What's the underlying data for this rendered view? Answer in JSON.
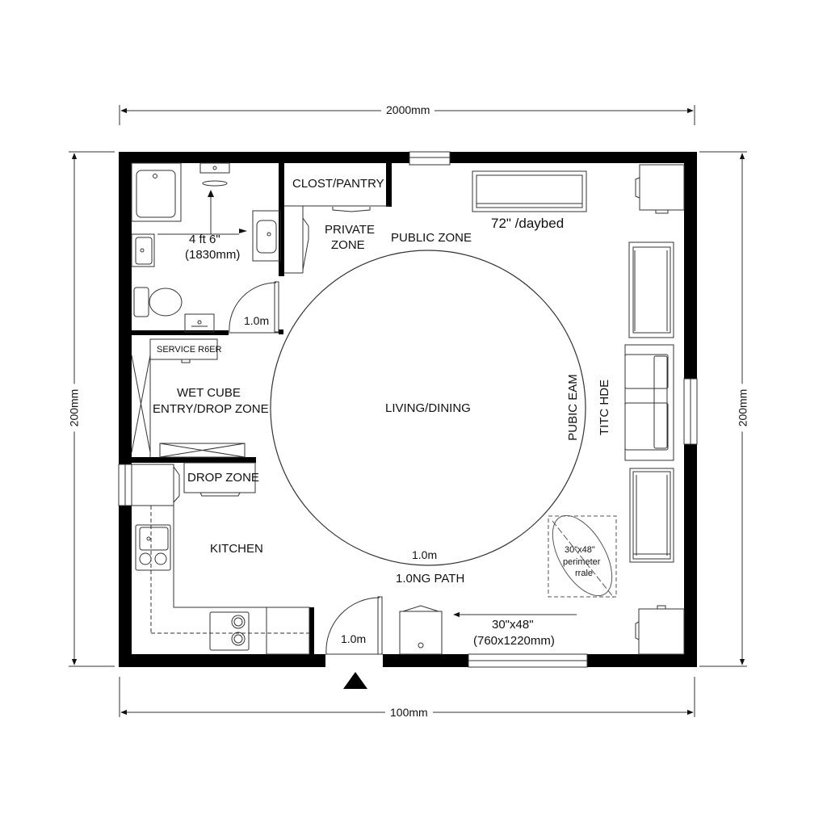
{
  "dimensions": {
    "top": "2000mm",
    "bottom": "100mm",
    "left": "200mm",
    "right": "200mm"
  },
  "rooms": {
    "closet": "CLOST/PANTRY",
    "private_zone": "PRIVATE\nZONE",
    "private_zone_line1": "PRIVATE",
    "private_zone_line2": "ZONE",
    "public_zone": "PUBLIC ZONE",
    "daybed": "72\" /daybed",
    "service_riser": "SERVICE R6ER",
    "wet_cube_line1": "WET CUBE",
    "wet_cube_line2": "ENTRY/DROP ZONE",
    "drop_zone": "DROP ZONE",
    "living_dining": "LIVING/DINING",
    "kitchen": "KITCHEN",
    "pubic_eam": "PUBIC EAM",
    "titc_hde": "TITC HDE"
  },
  "annotations": {
    "bath_clearance_line1": "4 ft 6\"",
    "bath_clearance_line2": "(1830mm)",
    "bath_door_width": "1.0m",
    "circle_diameter": "1.0m",
    "path_label": "1.0NG PATH",
    "entry_door_width": "1.0m",
    "clearance_line1": "30\"x48\"",
    "clearance_line2": "(760x1220mm)",
    "perimeter_line1": "30\"x48\"",
    "perimeter_line2": "perimeter",
    "perimeter_line3": "rrale"
  },
  "colors": {
    "wall": "#000000",
    "line": "#333333",
    "dash": "#777777",
    "background": "#ffffff"
  }
}
